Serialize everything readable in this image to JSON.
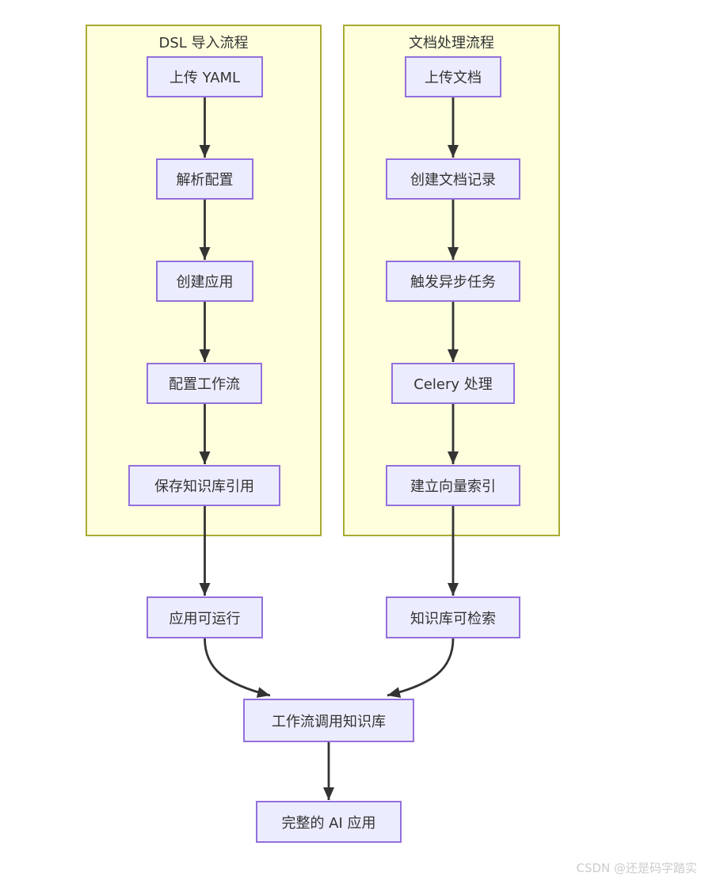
{
  "diagram": {
    "type": "flowchart",
    "groups": [
      {
        "title": "DSL 导入流程",
        "nodes": [
          {
            "label": "上传 YAML"
          },
          {
            "label": "解析配置"
          },
          {
            "label": "创建应用"
          },
          {
            "label": "配置工作流"
          },
          {
            "label": "保存知识库引用"
          }
        ]
      },
      {
        "title": "文档处理流程",
        "nodes": [
          {
            "label": "上传文档"
          },
          {
            "label": "创建文档记录"
          },
          {
            "label": "触发异步任务"
          },
          {
            "label": "Celery 处理"
          },
          {
            "label": "建立向量索引"
          }
        ]
      }
    ],
    "results": [
      {
        "label": "应用可运行"
      },
      {
        "label": "知识库可检索"
      }
    ],
    "merge": {
      "label": "工作流调用知识库"
    },
    "final": {
      "label": "完整的 AI 应用"
    },
    "edges": [
      {
        "from": "上传 YAML",
        "to": "解析配置"
      },
      {
        "from": "解析配置",
        "to": "创建应用"
      },
      {
        "from": "创建应用",
        "to": "配置工作流"
      },
      {
        "from": "配置工作流",
        "to": "保存知识库引用"
      },
      {
        "from": "保存知识库引用",
        "to": "应用可运行"
      },
      {
        "from": "上传文档",
        "to": "创建文档记录"
      },
      {
        "from": "创建文档记录",
        "to": "触发异步任务"
      },
      {
        "from": "触发异步任务",
        "to": "Celery 处理"
      },
      {
        "from": "Celery 处理",
        "to": "建立向量索引"
      },
      {
        "from": "建立向量索引",
        "to": "知识库可检索"
      },
      {
        "from": "应用可运行",
        "to": "工作流调用知识库"
      },
      {
        "from": "知识库可检索",
        "to": "工作流调用知识库"
      },
      {
        "from": "工作流调用知识库",
        "to": "完整的 AI 应用"
      }
    ],
    "colors": {
      "node_fill": "#ececff",
      "node_border": "#9370db",
      "group_fill": "#ffffde",
      "group_border": "#aaaa33",
      "edge": "#333333",
      "text": "#333333",
      "watermark": "#cccccc"
    }
  },
  "watermark": {
    "text": "CSDN @还是码字踏实"
  }
}
